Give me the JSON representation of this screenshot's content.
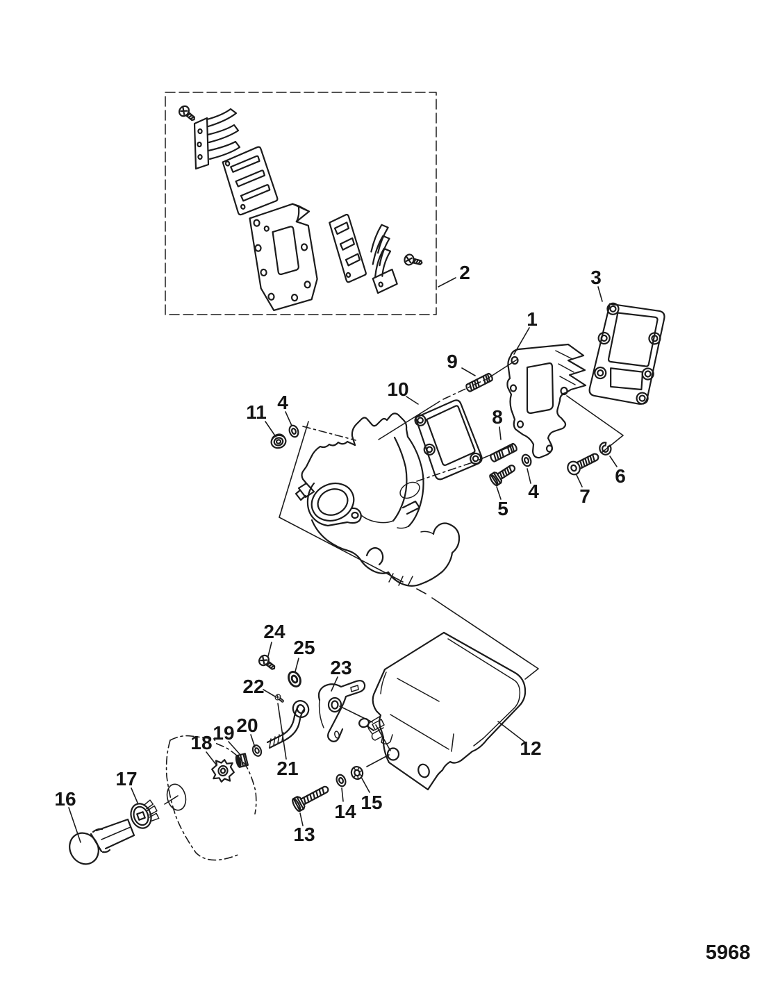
{
  "figure": {
    "code": "5968"
  },
  "colors": {
    "ink": "#1b1b1b",
    "background": "#ffffff"
  },
  "callouts": [
    {
      "label": "1"
    },
    {
      "label": "2"
    },
    {
      "label": "3"
    },
    {
      "label": "4"
    },
    {
      "label": "4"
    },
    {
      "label": "5"
    },
    {
      "label": "6"
    },
    {
      "label": "7"
    },
    {
      "label": "8"
    },
    {
      "label": "9"
    },
    {
      "label": "10"
    },
    {
      "label": "11"
    },
    {
      "label": "12"
    },
    {
      "label": "13"
    },
    {
      "label": "14"
    },
    {
      "label": "15"
    },
    {
      "label": "16"
    },
    {
      "label": "17"
    },
    {
      "label": "18"
    },
    {
      "label": "19"
    },
    {
      "label": "20"
    },
    {
      "label": "21"
    },
    {
      "label": "22"
    },
    {
      "label": "23"
    },
    {
      "label": "24"
    },
    {
      "label": "25"
    }
  ]
}
